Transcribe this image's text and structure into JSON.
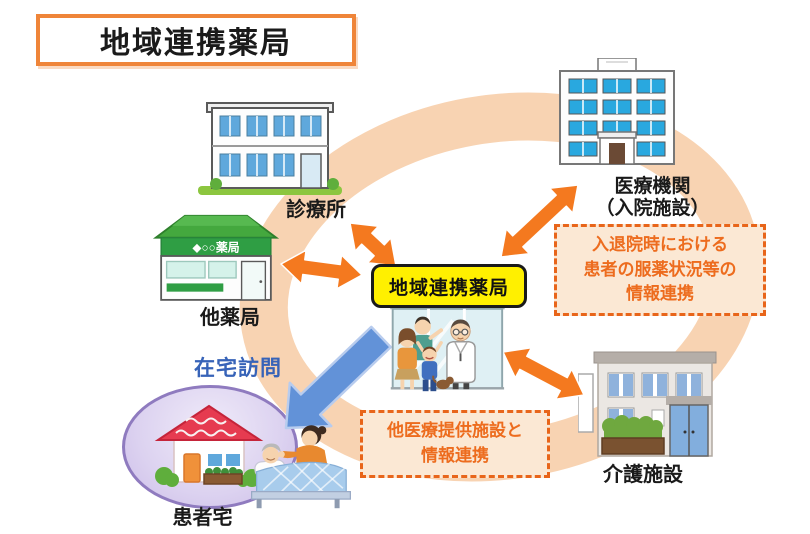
{
  "palette": {
    "ring": "#F8D3B2",
    "arrow_orange": "#F4791F",
    "arrow_blue": "#6292D8",
    "arrow_blue_edge": "#B8CCEE",
    "callout_bg": "#FBE8D4",
    "callout_border": "#E8651A",
    "callout_text": "#ED6C1E",
    "center_box_bg": "#FFF000",
    "title_border": "#EF8539",
    "home_visit_text": "#3763B8",
    "home_ellipse_border": "#8F7BBF"
  },
  "title": "地域連携薬局",
  "center": {
    "label": "地域連携薬局"
  },
  "nodes": {
    "clinic": {
      "label": "診療所"
    },
    "hospital": {
      "label_line1": "医療機関",
      "label_line2": "（入院施設）"
    },
    "other_pharmacy": {
      "label": "他薬局",
      "sign": "◆○○薬局"
    },
    "care_facility": {
      "label": "介護施設"
    },
    "patient_home": {
      "label": "患者宅"
    }
  },
  "callouts": {
    "hospital_info": {
      "line1": "入退院時における",
      "line2": "患者の服薬状況等の",
      "line3": "情報連携"
    },
    "other_providers": {
      "line1": "他医療提供施設と",
      "line2": "情報連携"
    }
  },
  "home_visit": {
    "label": "在宅訪問"
  }
}
